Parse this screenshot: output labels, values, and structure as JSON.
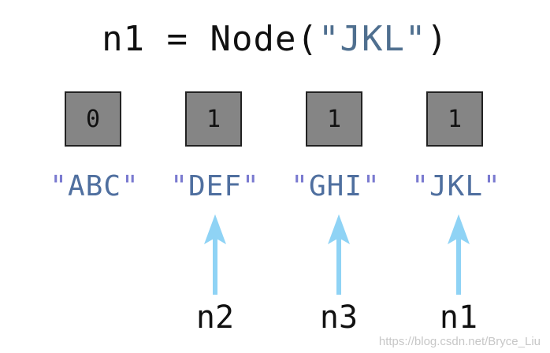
{
  "code": {
    "prefix": "n1 = Node(",
    "argument": "\"JKL\"",
    "suffix": ")"
  },
  "nodes": [
    {
      "value": "0",
      "label": "ABC"
    },
    {
      "value": "1",
      "label": "DEF"
    },
    {
      "value": "1",
      "label": "GHI"
    },
    {
      "value": "1",
      "label": "JKL"
    }
  ],
  "references": [
    {
      "name": "n2",
      "target_index": 1
    },
    {
      "name": "n3",
      "target_index": 2
    },
    {
      "name": "n1",
      "target_index": 3
    }
  ],
  "colors": {
    "box_fill": "#858585",
    "string_text": "#4f6f9f",
    "arrow": "#8fd3f5"
  },
  "watermark": "https://blog.csdn.net/Bryce_Liu"
}
